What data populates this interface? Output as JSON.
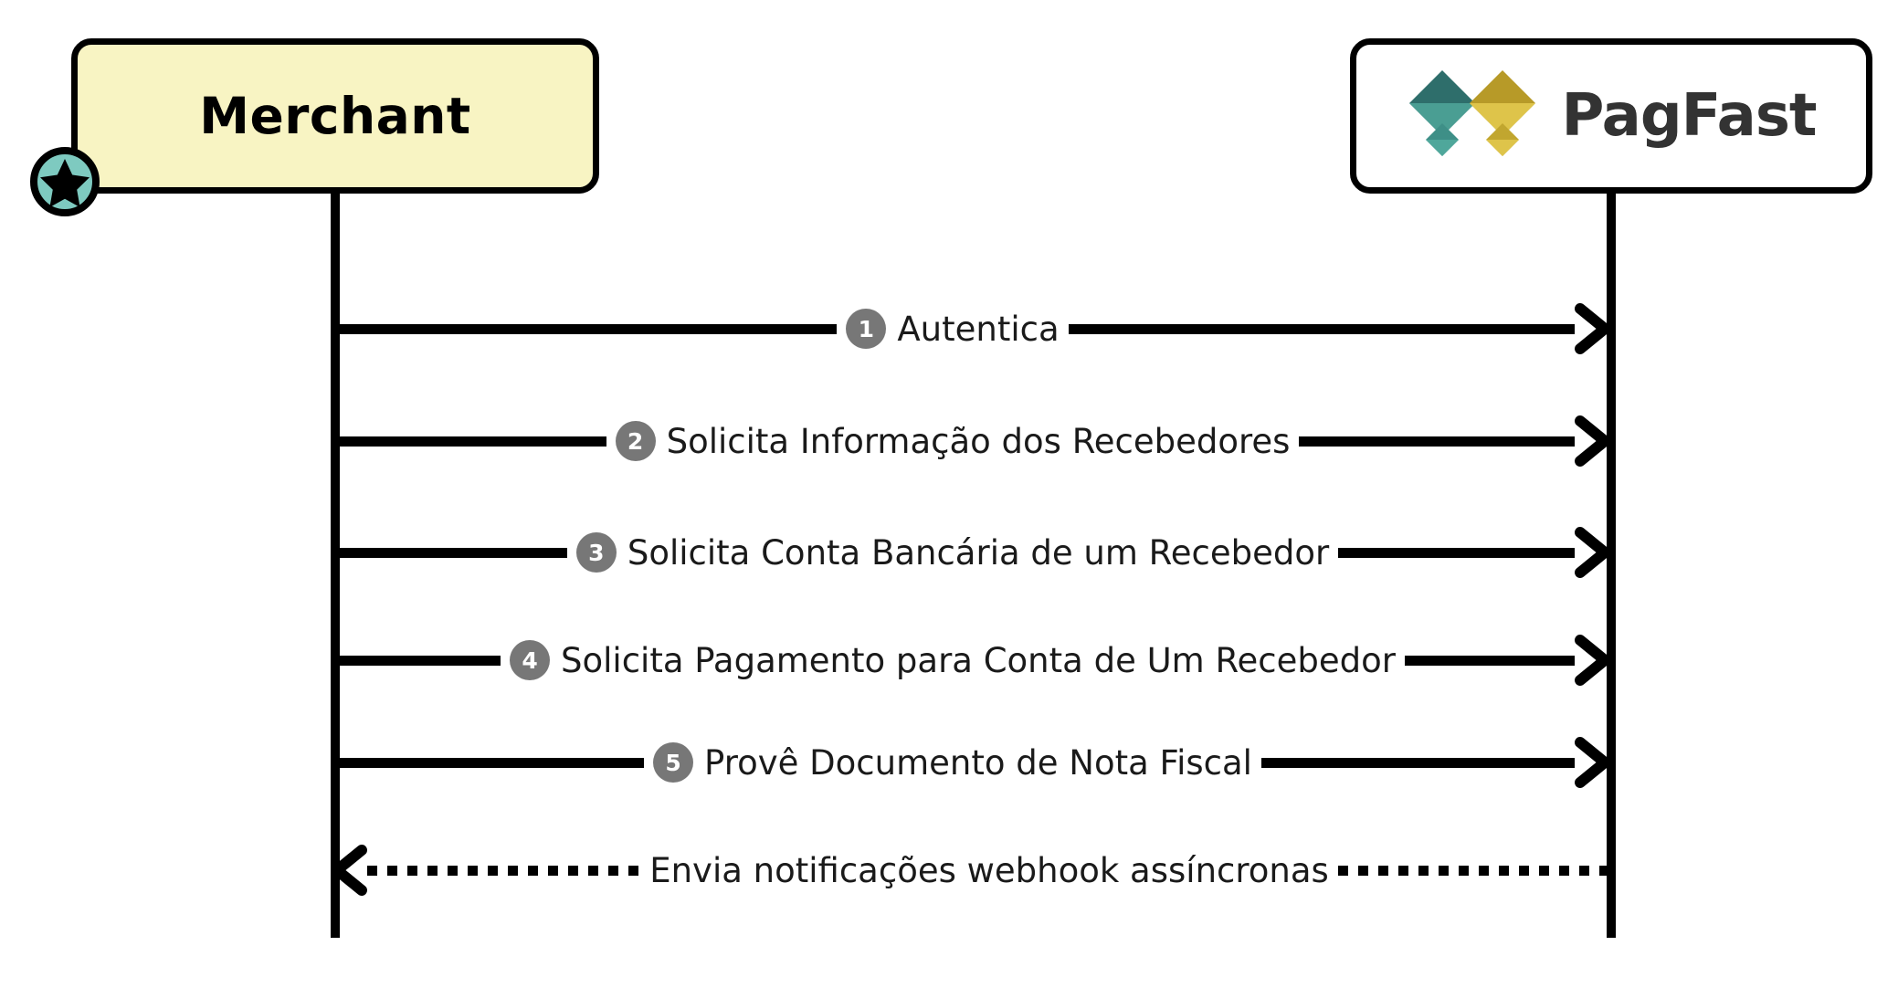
{
  "diagram": {
    "type": "sequence-diagram",
    "title": "",
    "participants": [
      {
        "id": "merchant",
        "label": "Merchant",
        "kind": "actor",
        "fill_color": "#F8F4C3",
        "border_color": "#000000",
        "badge": {
          "icon": "star-icon",
          "circle_color": "#7ECAC0",
          "star_color": "#000000"
        }
      },
      {
        "id": "pagfast",
        "label": "PagFast",
        "kind": "system",
        "fill_color": "#FFFFFF",
        "border_color": "#000000",
        "logo": {
          "icon": "pagfast-logo-icon",
          "teal_dark": "#2E6E6B",
          "teal_light": "#4A9E93",
          "gold_dark": "#B79A28",
          "gold_light": "#DEC44A",
          "wordmark_color": "#333333"
        }
      }
    ],
    "messages": [
      {
        "number": "1",
        "label": "Autentica",
        "from": "merchant",
        "to": "pagfast",
        "direction": "right",
        "style": "solid"
      },
      {
        "number": "2",
        "label": "Solicita Informação dos Recebedores",
        "from": "merchant",
        "to": "pagfast",
        "direction": "right",
        "style": "solid"
      },
      {
        "number": "3",
        "label": "Solicita Conta Bancária de um Recebedor",
        "from": "merchant",
        "to": "pagfast",
        "direction": "right",
        "style": "solid"
      },
      {
        "number": "4",
        "label": "Solicita Pagamento para Conta de Um Recebedor",
        "from": "merchant",
        "to": "pagfast",
        "direction": "right",
        "style": "solid"
      },
      {
        "number": "5",
        "label": "Provê Documento de Nota Fiscal",
        "from": "merchant",
        "to": "pagfast",
        "direction": "right",
        "style": "solid"
      },
      {
        "number": "",
        "label": "Envia notificações webhook assíncronas",
        "from": "pagfast",
        "to": "merchant",
        "direction": "left",
        "style": "dotted"
      }
    ],
    "badge_color": "#777777",
    "line_color": "#000000",
    "background": "#FFFFFF"
  }
}
